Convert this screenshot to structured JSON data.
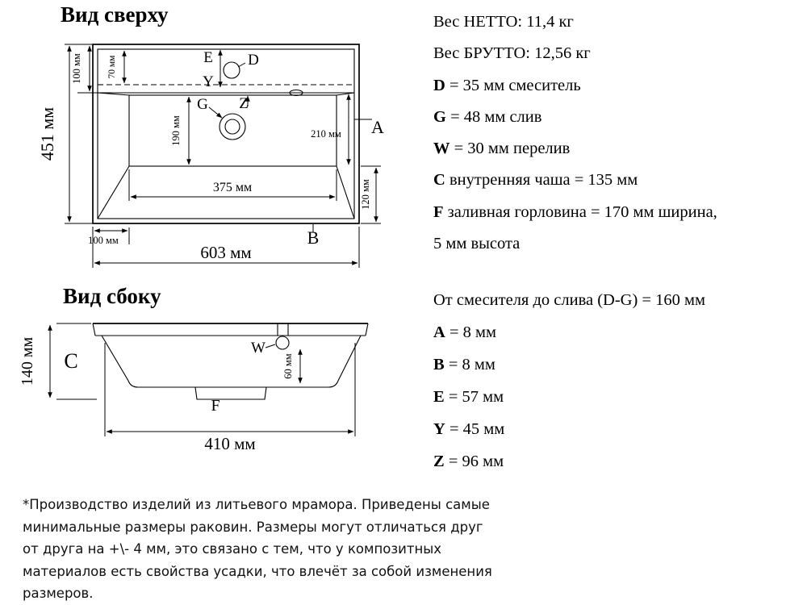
{
  "top_view": {
    "title": "Вид сверху",
    "dim_451": "451 мм",
    "dim_100_top": "100 мм",
    "dim_70": "70 мм",
    "dim_190": "190 мм",
    "dim_210": "210 мм",
    "dim_120": "120 мм",
    "dim_375": "375 мм",
    "dim_100_bottom": "100 мм",
    "dim_603": "603 мм",
    "label_E": "E",
    "label_D": "D",
    "label_Y": "Y",
    "label_G": "G",
    "label_Z": "Z",
    "label_A": "A",
    "label_B": "B"
  },
  "side_view": {
    "title": "Вид сбоку",
    "dim_140": "140 мм",
    "dim_60": "60 мм",
    "dim_410": "410 мм",
    "label_C": "C",
    "label_W": "W",
    "label_F": "F"
  },
  "specs_top": [
    {
      "bold": "",
      "rest": "Вес НЕТТО: 11,4 кг"
    },
    {
      "bold": "",
      "rest": "Вес БРУТТО: 12,56 кг"
    },
    {
      "bold": "D",
      "rest": " = 35 мм смеситель"
    },
    {
      "bold": "G",
      "rest": " = 48 мм слив"
    },
    {
      "bold": "W",
      "rest": " = 30 мм перелив"
    },
    {
      "bold": "C",
      "rest": " внутренняя чаша = 135 мм"
    },
    {
      "bold": "F",
      "rest": " заливная горловина = 170 мм ширина,"
    },
    {
      "bold": "",
      "rest": "5 мм высота"
    }
  ],
  "specs_bottom": [
    {
      "bold": "",
      "rest": "От смесителя до слива (D-G) = 160 мм"
    },
    {
      "bold": "A",
      "rest": " = 8 мм"
    },
    {
      "bold": "B",
      "rest": " = 8 мм"
    },
    {
      "bold": "E",
      "rest": " = 57 мм"
    },
    {
      "bold": "Y",
      "rest": " = 45 мм"
    },
    {
      "bold": "Z",
      "rest": " = 96 мм"
    }
  ],
  "footnote": {
    "lines": [
      "*Производство изделий из литьевого мрамора. Приведены самые",
      "минимальные размеры раковин. Размеры могут отличаться друг",
      "от друга на +\\- 4 мм, это связано с тем, что у композитных",
      "материалов есть свойства усадки, что влечёт за собой изменения",
      "размеров."
    ]
  }
}
